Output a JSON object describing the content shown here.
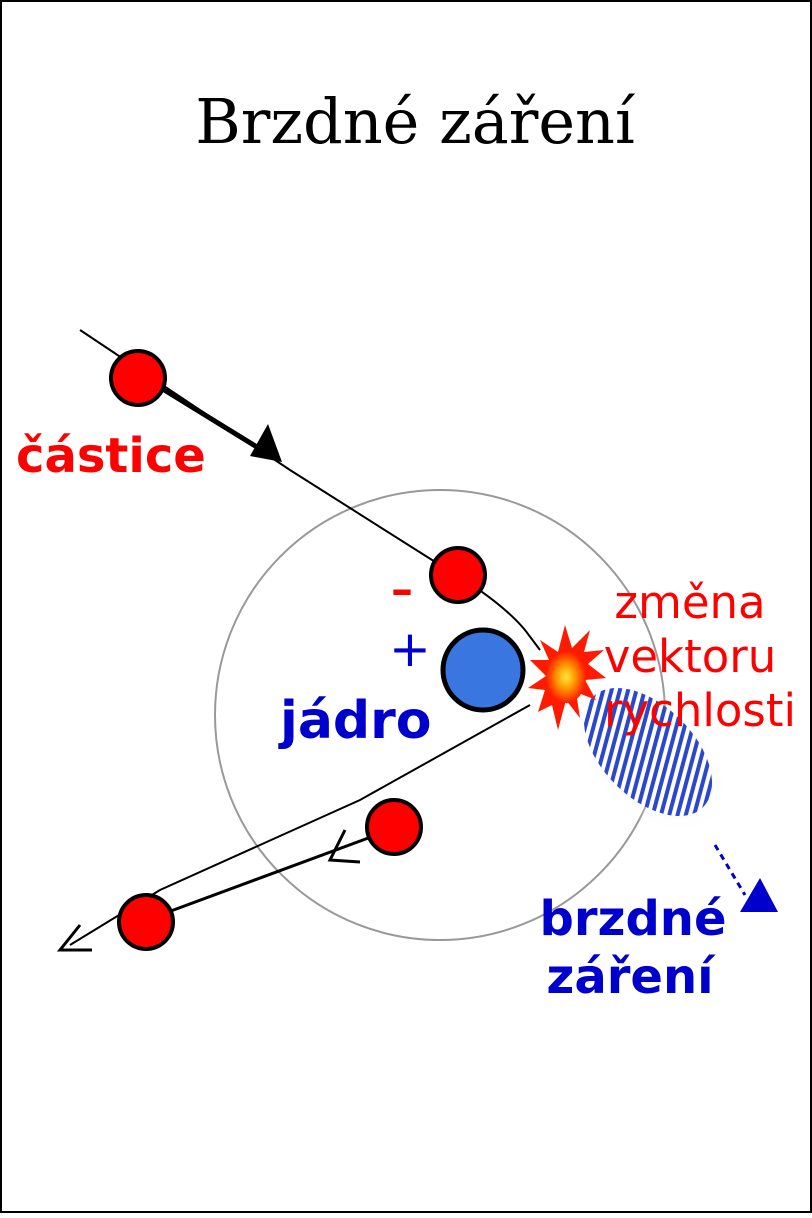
{
  "title": "Brzdné záření",
  "labels": {
    "particle": "částice",
    "minus": "–",
    "plus": "+",
    "nucleus": "jádro",
    "change_line1": "změna",
    "change_line2": "vektoru",
    "change_line3": "rychlosti",
    "radiation_line1": "brzdné",
    "radiation_line2": "záření"
  },
  "colors": {
    "particle_label": "#ff0000",
    "nucleus_label": "#0000cc",
    "particle_fill": "#ff0000",
    "nucleus_fill": "#3a76e0",
    "radiation_fill": "#3050d0",
    "orbit": "#999999"
  }
}
